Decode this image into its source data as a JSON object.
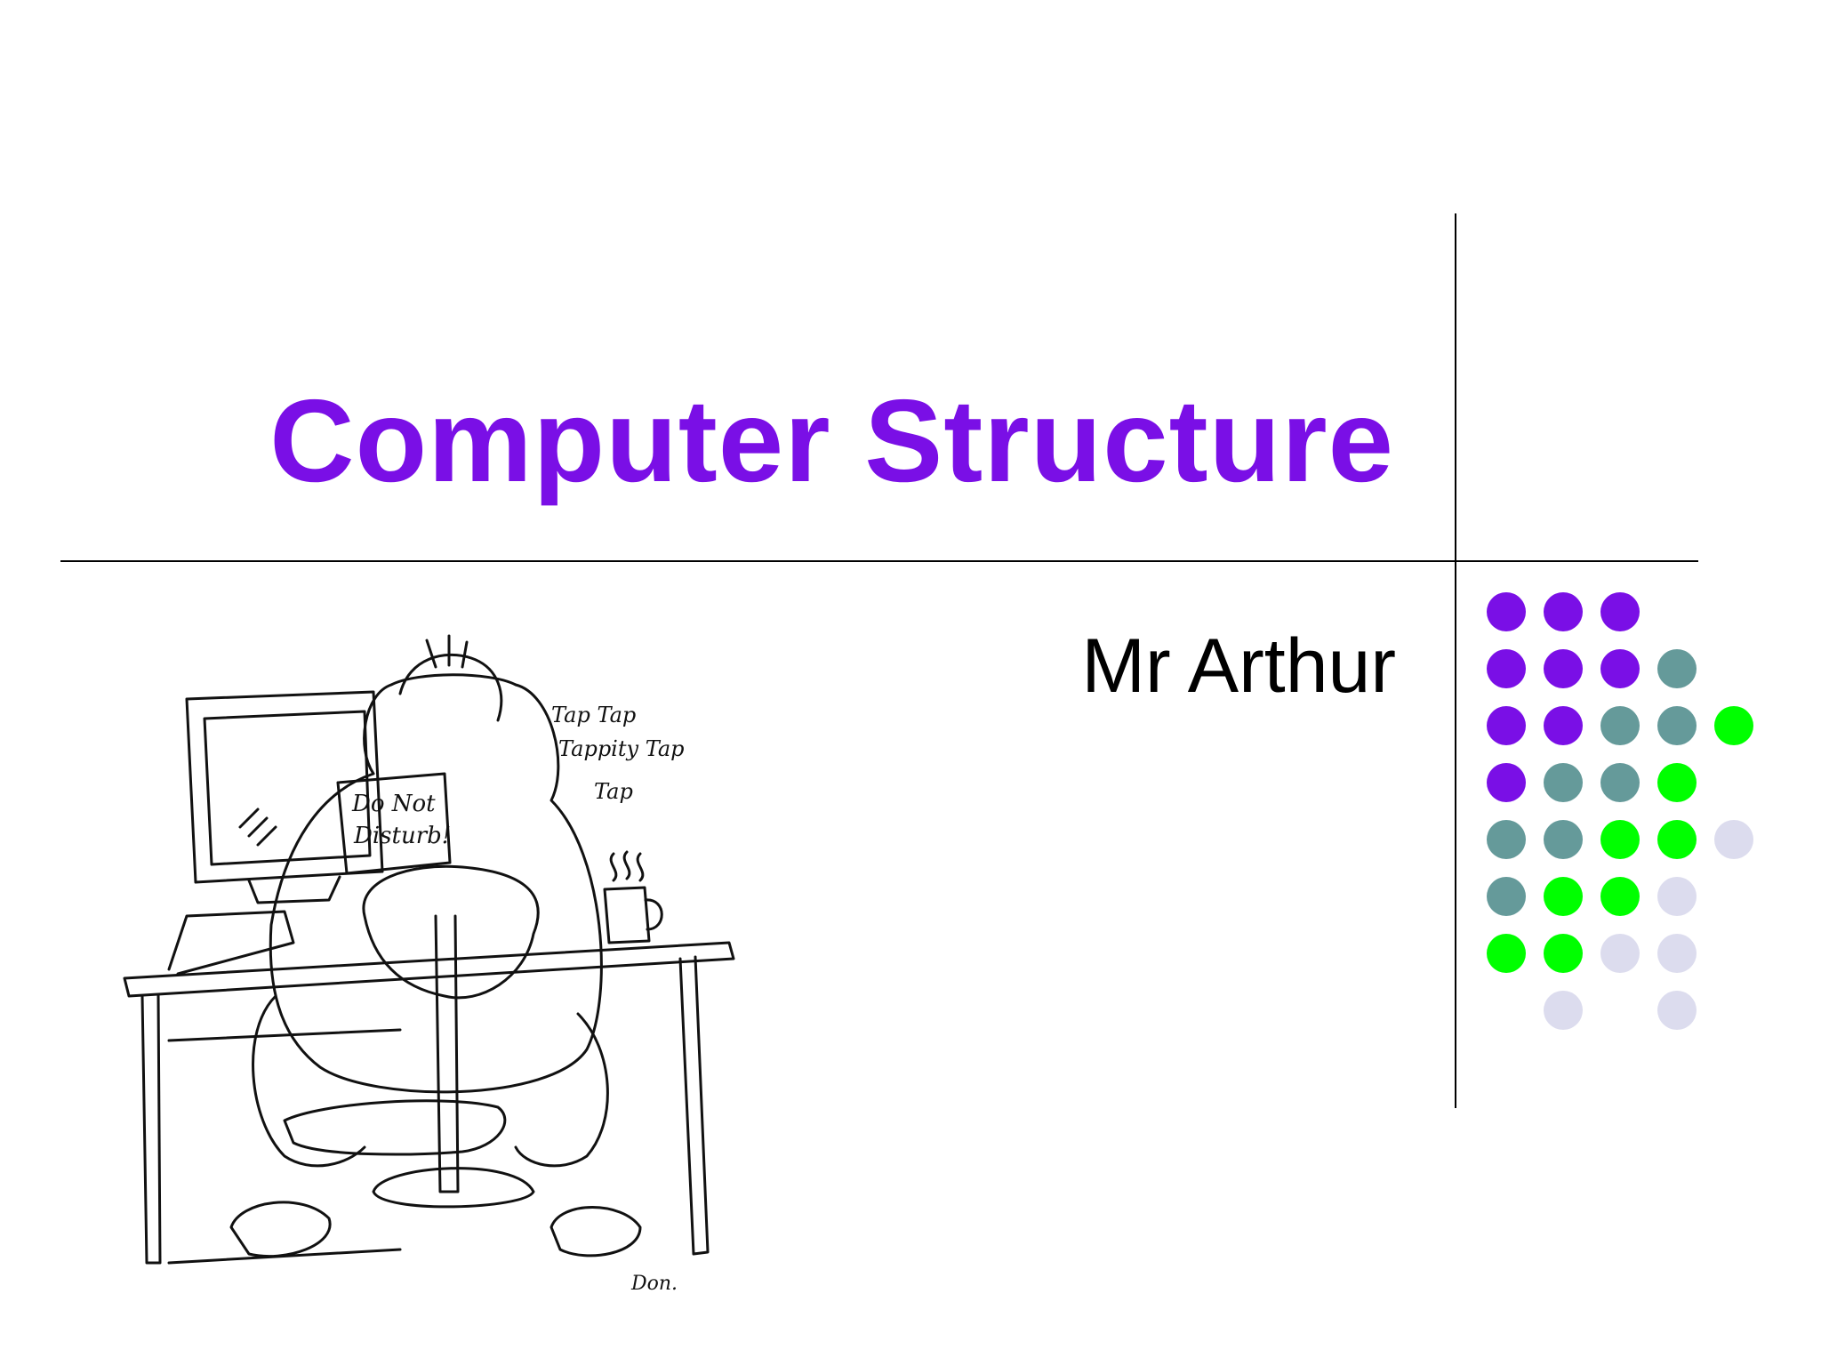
{
  "slide": {
    "title": "Computer Structure",
    "subtitle": "Mr Arthur"
  },
  "colors": {
    "title": "#7a0fe6",
    "subtitle": "#000000",
    "purple": "#7a0fe6",
    "teal": "#659a9a",
    "green": "#00ff00",
    "lavender": "#dcdcee"
  },
  "cartoon": {
    "sign_text": "Do Not Disturb!",
    "sound_text": "Tap Tap Tappity Tap Tap",
    "signature": "Don."
  }
}
